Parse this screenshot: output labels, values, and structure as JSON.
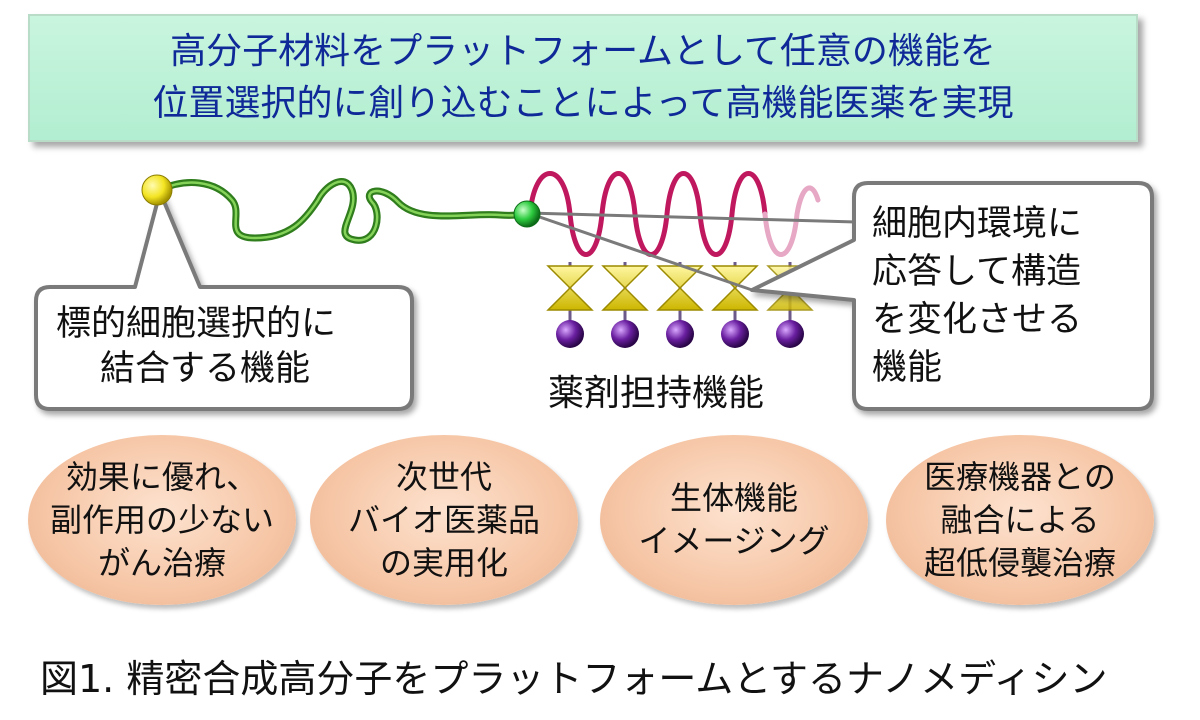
{
  "banner": {
    "line1": "高分子材料をプラットフォームとして任意の機能を",
    "line2": "位置選択的に創り込むことによって高機能医薬を実現"
  },
  "callouts": {
    "left": {
      "line1": "標的細胞選択的に",
      "line2": "結合する機能"
    },
    "right": {
      "line1": "細胞内環境に",
      "line2": "応答して構造",
      "line3": "を変化させる",
      "line4": "機能"
    }
  },
  "drug_label": "薬剤担持機能",
  "applications": [
    {
      "lines": [
        "効果に優れ、",
        "副作用の少ない",
        "がん治療"
      ]
    },
    {
      "lines": [
        "次世代",
        "バイオ医薬品",
        "の実用化"
      ]
    },
    {
      "lines": [
        "生体機能",
        "イメージング"
      ]
    },
    {
      "lines": [
        "医療機器との",
        "融合による",
        "超低侵襲治療"
      ]
    }
  ],
  "caption": "図1. 精密合成高分子をプラットフォームとするナノメディシン",
  "colors": {
    "banner_text": "#0f2a98",
    "polymer_chain": "#2f7d1c",
    "helix": "#c0185e",
    "linker": "#e8d71a",
    "drug": "#6a1fa0",
    "ligand": "#f3e422",
    "junction": "#2ecc40",
    "application_oval": "#f6c6a6"
  }
}
